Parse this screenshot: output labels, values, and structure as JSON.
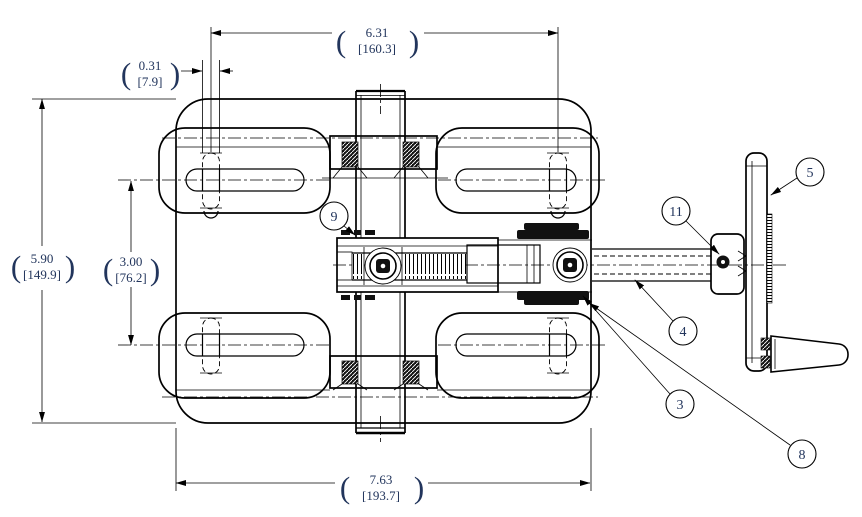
{
  "drawing": {
    "kind": "mechanical-assembly-drawing",
    "units": "inch [mm]",
    "colors": {
      "line": "#000000",
      "text": "#22355c",
      "background": "#ffffff"
    },
    "punct": {
      "open": "(",
      "close": ")"
    },
    "dims": {
      "top_width": {
        "inch": "6.31",
        "mm": "[160.3]"
      },
      "bolt_offset": {
        "inch": "0.31",
        "mm": "[7.9]"
      },
      "overall_height": {
        "inch": "5.90",
        "mm": "[149.9]"
      },
      "slot_spacing": {
        "inch": "3.00",
        "mm": "[76.2]"
      },
      "overall_width": {
        "inch": "7.63",
        "mm": "[193.7]"
      }
    },
    "balloons": {
      "b9": "9",
      "b5": "5",
      "b11": "11",
      "b4": "4",
      "b3": "3",
      "b8": "8"
    }
  }
}
